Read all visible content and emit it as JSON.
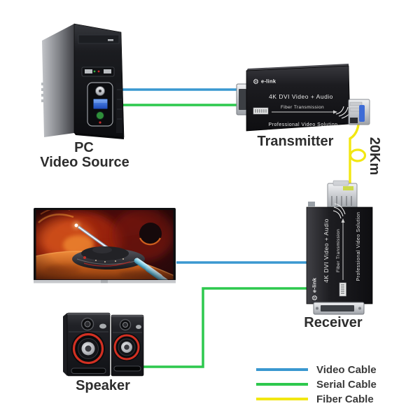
{
  "diagram": {
    "pc": {
      "label_line1": "PC",
      "label_line2": "Video Source"
    },
    "transmitter": {
      "label": "Transmitter",
      "brand": "e-link",
      "product": "4K DVI Video + Audio",
      "feature": "Fiber Transmission",
      "tagline": "Professional Video Solution"
    },
    "receiver": {
      "label": "Receiver",
      "brand": "e-link",
      "product": "4K DVI Video + Audio",
      "feature": "Fiber Transmission",
      "tagline": "Professional Video Solution"
    },
    "fiber_distance": "20Km",
    "speaker": {
      "label": "Speaker"
    },
    "cables": {
      "video": {
        "name": "Video Cable",
        "color": "#3a98d0"
      },
      "serial": {
        "name": "Serial Cable",
        "color": "#2dc84d"
      },
      "fiber": {
        "name": "Fiber Cable",
        "color": "#f2e712"
      }
    },
    "icons": {
      "gear": "⚙"
    }
  }
}
